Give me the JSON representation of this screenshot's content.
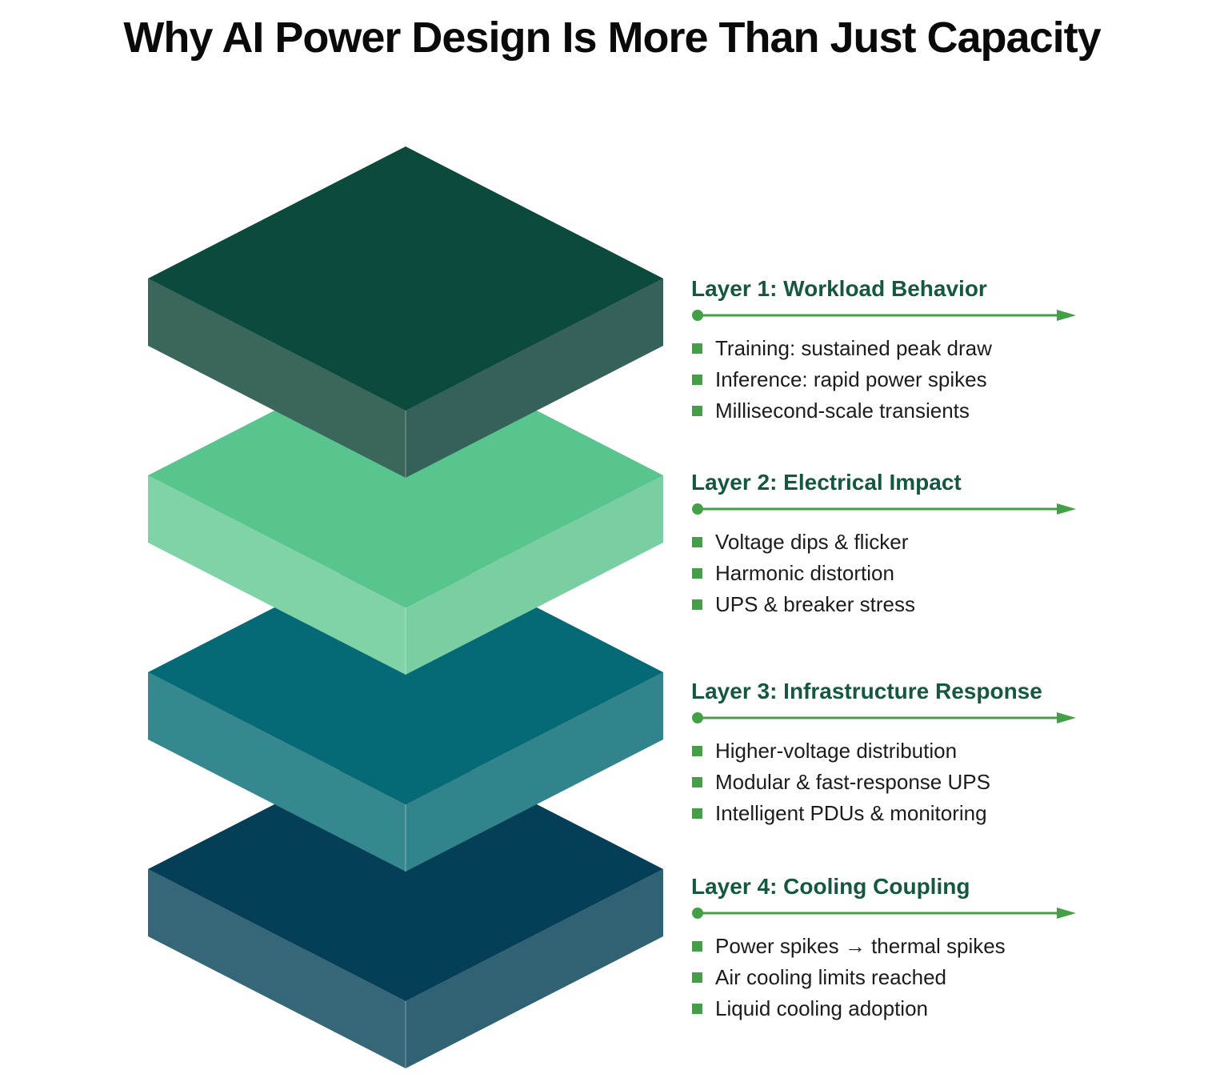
{
  "title": "Why AI Power Design Is More Than Just Capacity",
  "colors": {
    "accent_green": "#43a047",
    "heading_green": "#155741",
    "body_text": "#1c1c1c"
  },
  "layers": [
    {
      "heading": "Layer 1: Workload Behavior",
      "bullets": [
        "Training: sustained peak draw",
        "Inference: rapid power spikes",
        "Millisecond-scale transients"
      ],
      "box": {
        "top": "#0b4a3c",
        "left": "#3a665c",
        "right": "#35615a"
      }
    },
    {
      "heading": "Layer 2: Electrical Impact",
      "bullets": [
        "Voltage dips & flicker",
        "Harmonic distortion",
        "UPS & breaker stress"
      ],
      "box": {
        "top": "#58c48e",
        "left": "#7fd3a6",
        "right": "#79cfa1"
      }
    },
    {
      "heading": "Layer 3: Infrastructure Response",
      "bullets": [
        "Higher-voltage distribution",
        "Modular & fast-response UPS",
        "Intelligent PDUs & monitoring"
      ],
      "box": {
        "top": "#056a76",
        "left": "#36888f",
        "right": "#31838c"
      }
    },
    {
      "heading": "Layer 4: Cooling Coupling",
      "bullets": [
        "Power spikes → thermal spikes",
        "Air cooling limits reached",
        "Liquid cooling adoption"
      ],
      "box": {
        "top": "#053f57",
        "left": "#366778",
        "right": "#316273"
      }
    }
  ]
}
